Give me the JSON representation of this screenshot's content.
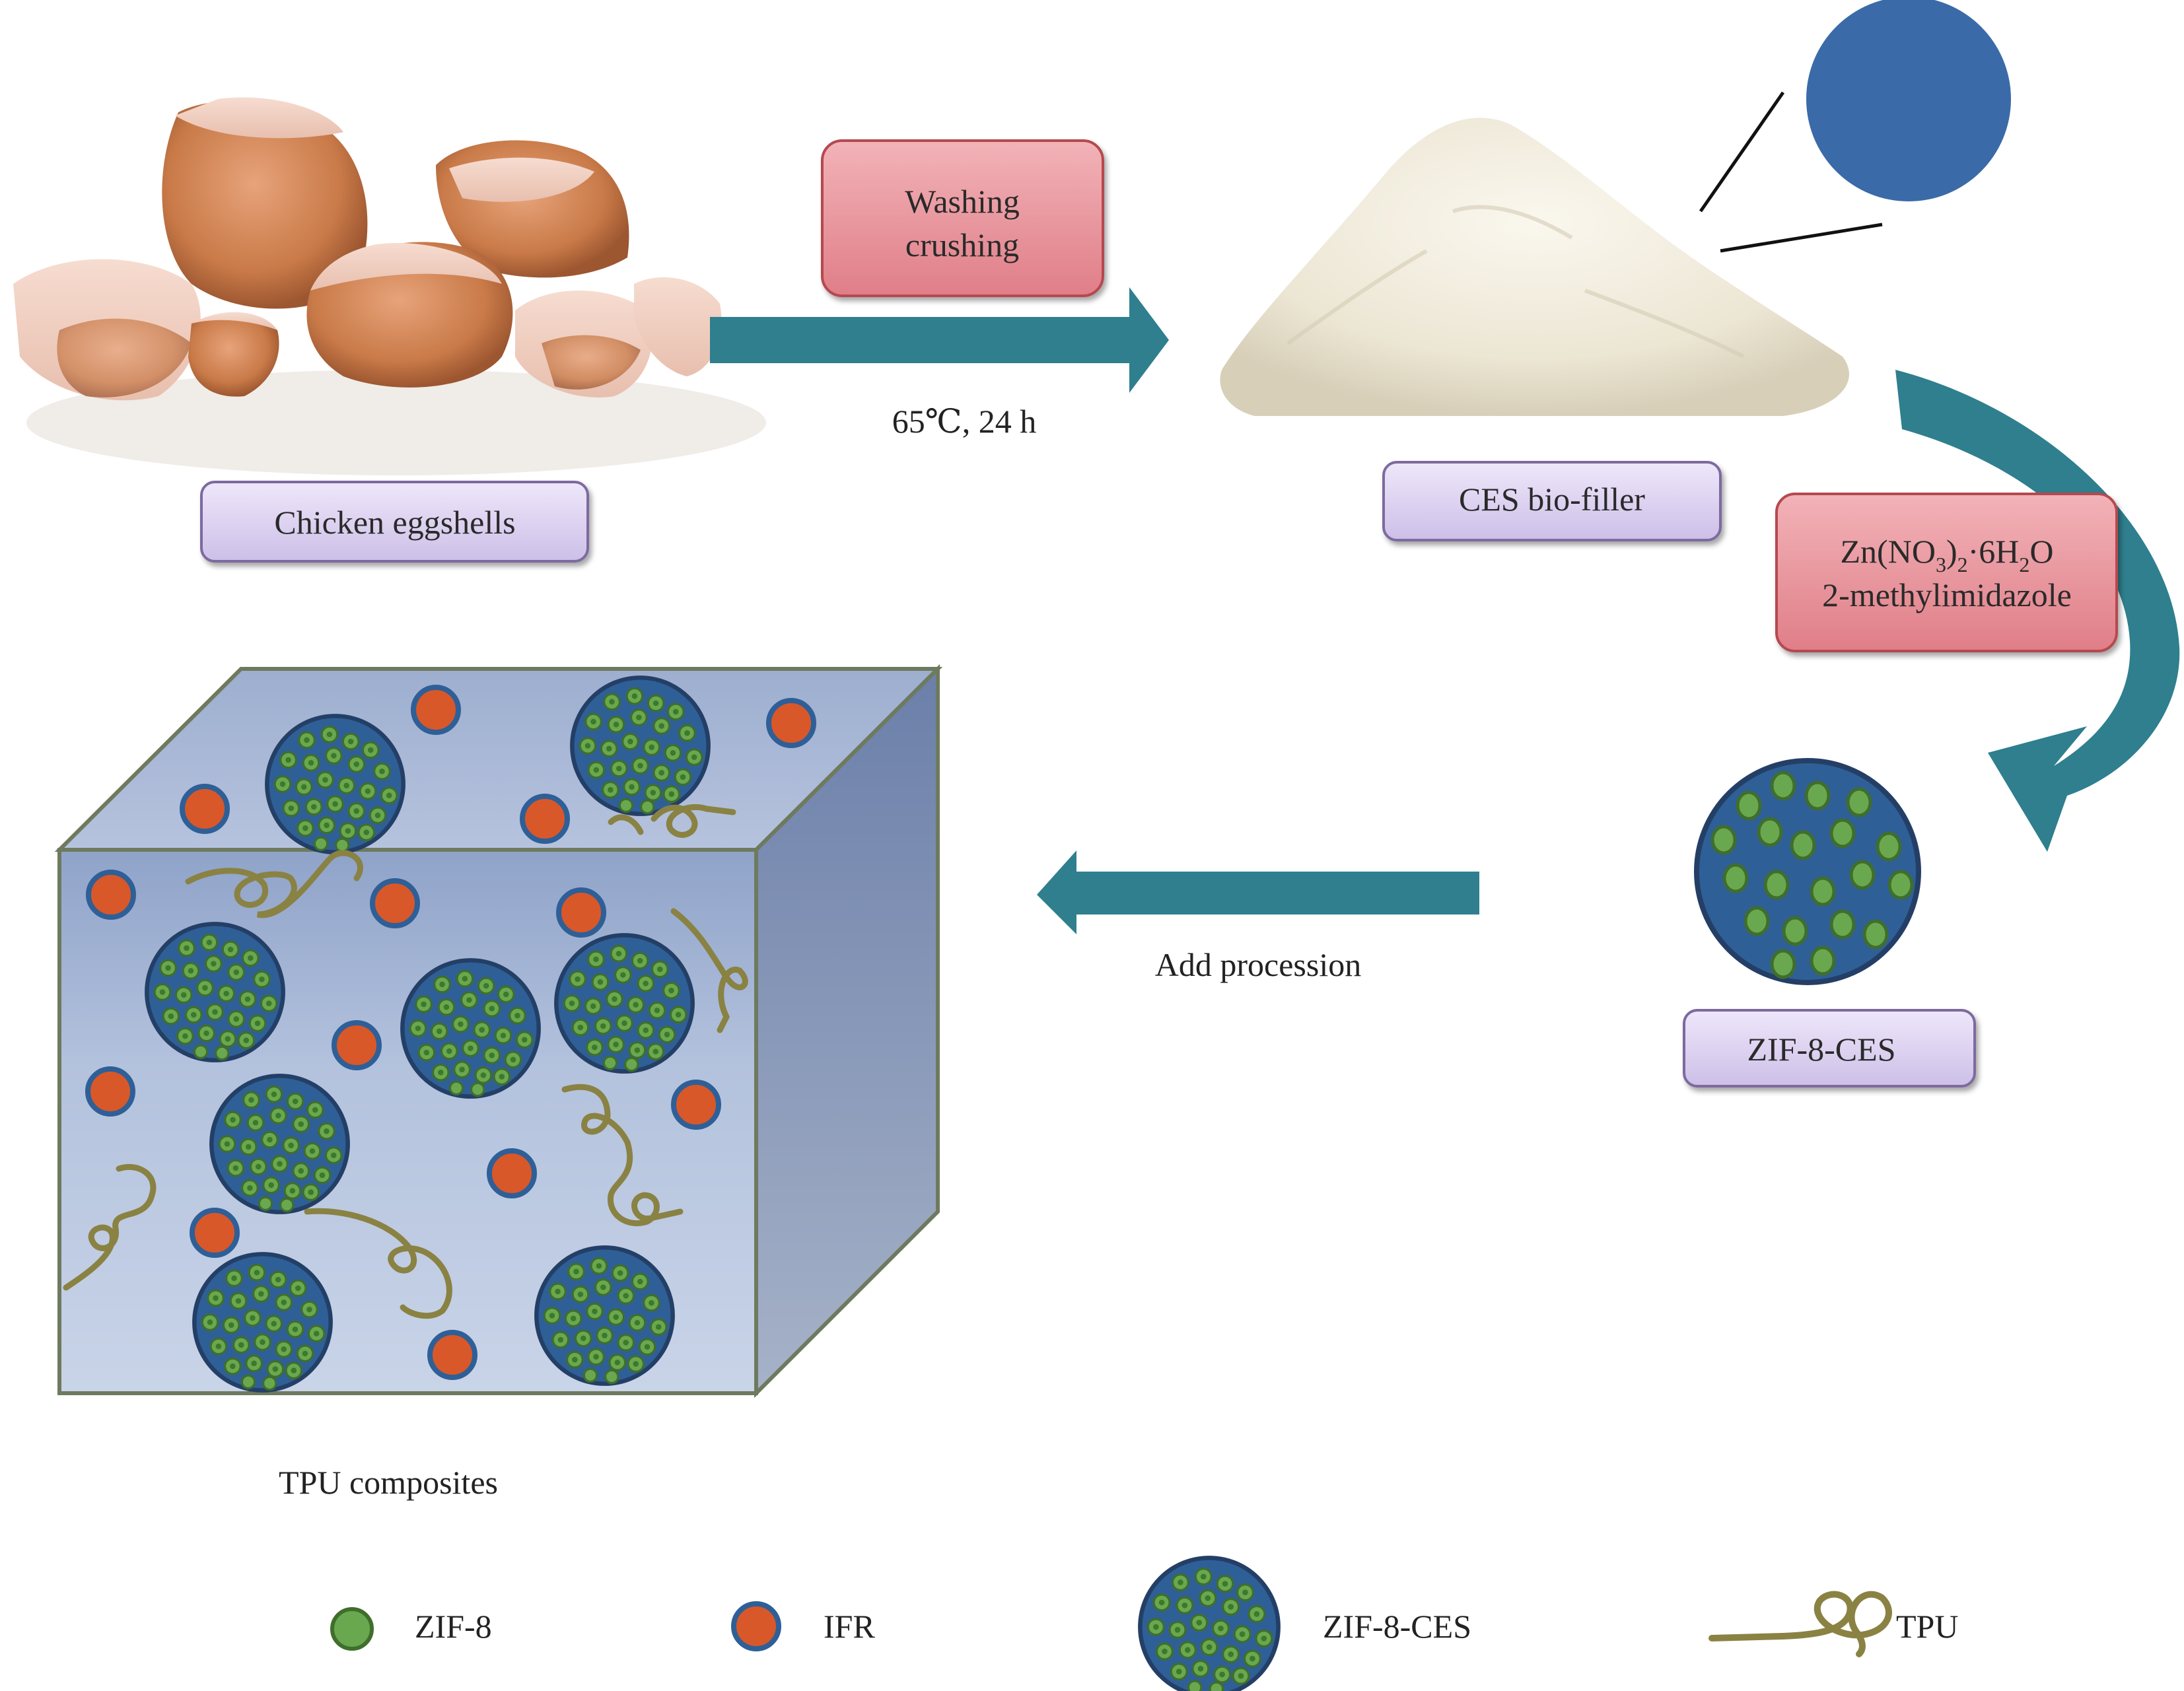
{
  "colors": {
    "arrow": "#2f7f8e",
    "purple_box_fill": "#d9cdf0",
    "purple_box_stroke": "#7d6a9e",
    "red_box_fill": "#e48a92",
    "red_box_stroke": "#b5484f",
    "zif8_fill": "#6aa84f",
    "ifr_fill": "#d8582a",
    "sphere_fill": "#2f5f97",
    "sphere_stroke": "#2b4f7e",
    "tpu": "#8a8243",
    "cube_front": "#a8b8d4",
    "cube_top": "#9fb0d2",
    "cube_side": "#7f8fb0",
    "cube_edge": "#6e7a5e",
    "blue_disc": "#3a6aa8"
  },
  "steps": {
    "eggshells_label": "Chicken eggshells",
    "washing_box": [
      "Washing",
      "crushing"
    ],
    "washing_condition": "65℃, 24 h",
    "ces_label": "CES bio-filler",
    "reagent_line1": "Zn(NO",
    "reagent_line1_sub1": "3",
    "reagent_line1_mid": ")",
    "reagent_line1_sub2": "2",
    "reagent_line1_rest": "·6H",
    "reagent_line1_sub3": "2",
    "reagent_line1_end": "O",
    "reagent_line2": "2-methylimidazole",
    "zif8ces_label": "ZIF-8-CES",
    "add_procession": "Add procession",
    "tpu_composites": "TPU composites"
  },
  "legend": [
    {
      "name": "ZIF-8",
      "icon": "green-dot-icon"
    },
    {
      "name": "IFR",
      "icon": "orange-dot-icon"
    },
    {
      "name": "ZIF-8-CES",
      "icon": "sphere-icon"
    },
    {
      "name": "TPU",
      "icon": "tpu-strand-icon"
    }
  ]
}
